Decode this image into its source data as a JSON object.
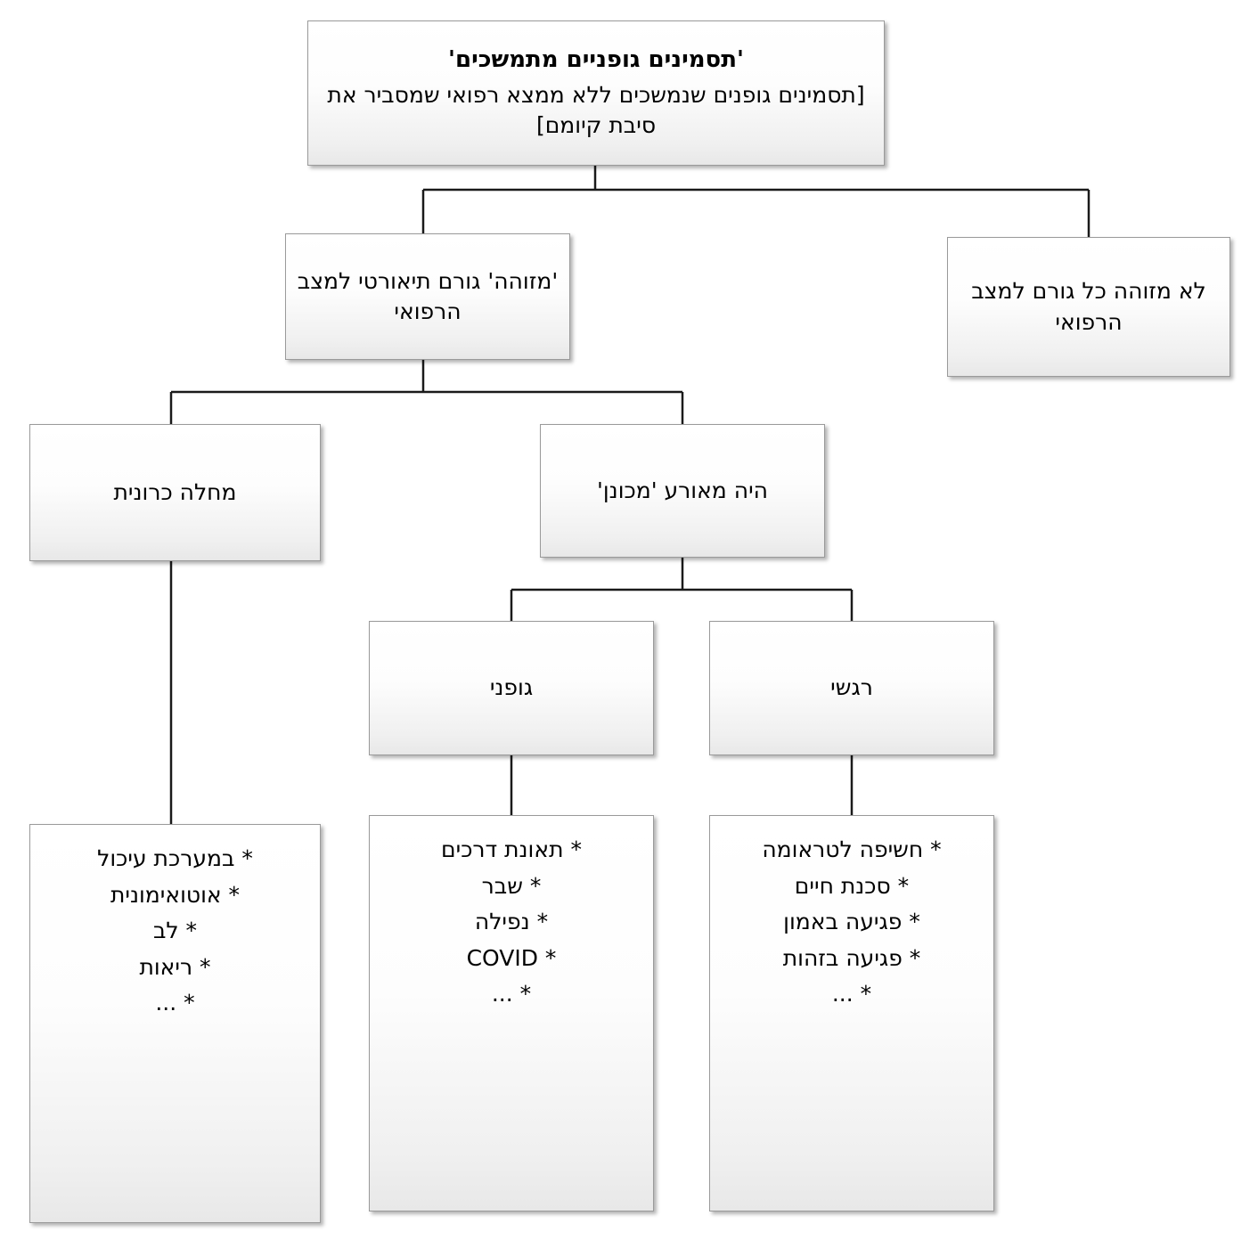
{
  "diagram": {
    "type": "flowchart",
    "direction": "rtl",
    "nodes": {
      "root": {
        "title": "'תסמינים גופניים מתמשכים'",
        "subtitle": "[תסמינים גופנים שנמשכים ללא ממצא רפואי שמסביר את סיבת קיומם]"
      },
      "identified_cause": {
        "label": "'מזוהה' גורם תיאורטי למצב הרפואי"
      },
      "no_cause": {
        "label": "לא מזוהה כל גורם למצב הרפואי"
      },
      "chronic_illness": {
        "label": "מחלה כרונית"
      },
      "triggering_event": {
        "label": "היה מאורע 'מכונן'"
      },
      "physical": {
        "label": "גופני"
      },
      "emotional": {
        "label": "רגשי"
      },
      "chronic_list": {
        "items": [
          "* במערכת עיכול",
          "* אוטואימונית",
          "* לב",
          "* ריאות",
          "* ..."
        ]
      },
      "physical_list": {
        "items": [
          "* תאונת דרכים",
          "* שבר",
          "* נפילה",
          "* COVID",
          "* ..."
        ]
      },
      "emotional_list": {
        "items": [
          "* חשיפה לטראומה",
          "* סכנת חיים",
          "* פגיעה באמון",
          "* פגיעה בזהות",
          "* ..."
        ]
      }
    },
    "colors": {
      "border": "#9a9a9a",
      "line": "#1a1a1a",
      "background": "#ffffff",
      "text": "#000000"
    }
  }
}
